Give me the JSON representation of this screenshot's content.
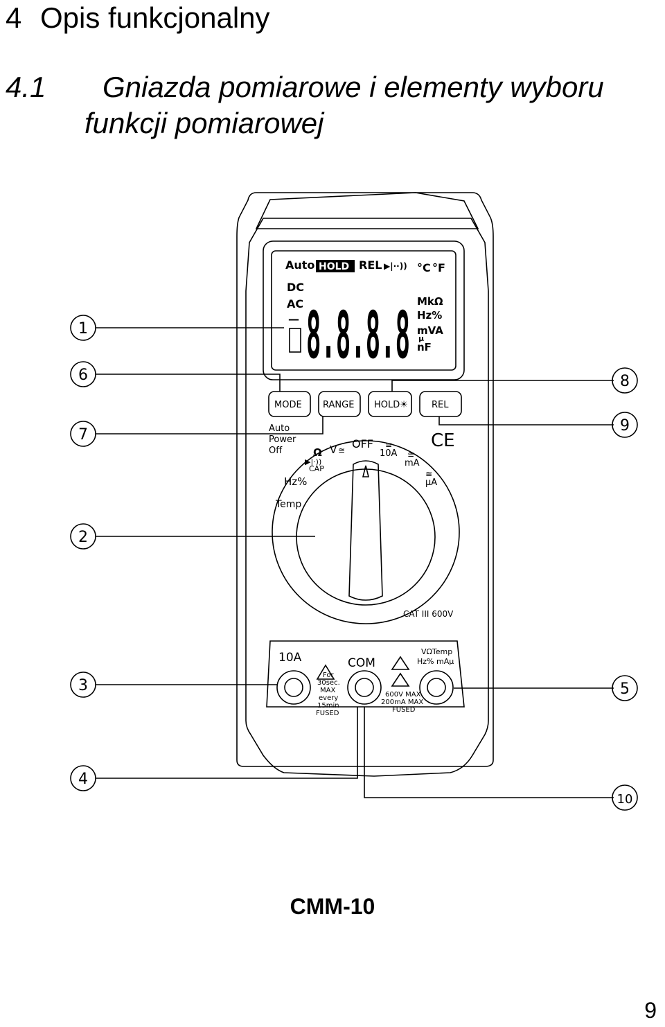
{
  "section": {
    "number": "4",
    "title": "Opis funkcjonalny"
  },
  "subsection": {
    "number": "4.1",
    "title_line1": "Gniazda pomiarowe i elementy wyboru",
    "title_line2": "funkcji pomiarowej"
  },
  "lcd": {
    "auto": "Auto",
    "hold": "HOLD",
    "rel": "REL",
    "diode": "▶|··))",
    "celsius": "°C",
    "fahrenheit": "°F",
    "dc": "DC",
    "ac": "AC",
    "minus": "—",
    "digits": "8.8.8.8",
    "unit1": "MkΩ",
    "unit2": "Hz%",
    "unit3": "mVA",
    "unit3_mu": "µ",
    "unit4": "nF"
  },
  "buttons": {
    "mode": "MODE",
    "range": "RANGE",
    "hold": "HOLD☀",
    "rel": "REL"
  },
  "dial": {
    "auto_power_off": [
      "Auto",
      "Power",
      "Off"
    ],
    "off": "OFF",
    "ohm": "Ω",
    "v": "V",
    "v_sym": "≅",
    "a10": "10A",
    "ma": "mA",
    "ua": "µA",
    "diode_beep": "▶|·))",
    "cap": "CAP",
    "hz": "Hz%",
    "temp": "Temp",
    "ac_dc_sym": "≅"
  },
  "ce_mark": "CE",
  "cat": "CAT III 600V",
  "terminals": {
    "a10": "10A",
    "com": "COM",
    "vtemp_line1": "VΩTemp",
    "vtemp_line2": "Hz% mAµ",
    "warn1": [
      "For",
      "30sec.",
      "MAX",
      "every",
      "15min",
      "FUSED"
    ],
    "warn2": [
      "600V MAX",
      "200mA MAX",
      "FUSED"
    ]
  },
  "callouts": [
    "1",
    "2",
    "3",
    "4",
    "5",
    "6",
    "7",
    "8",
    "9",
    "10"
  ],
  "caption": "CMM-10",
  "page_number": "9"
}
